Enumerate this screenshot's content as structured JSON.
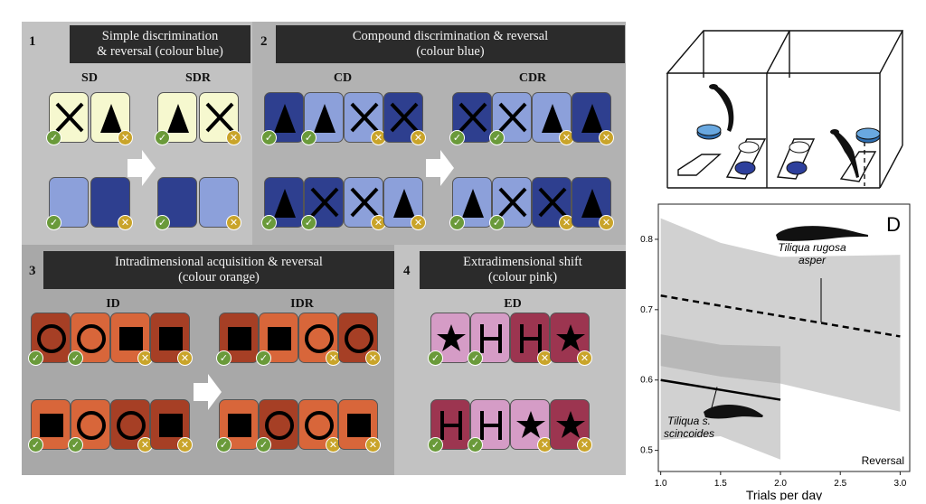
{
  "colors": {
    "yellow_card": "#f6f8cf",
    "blue_light": "#8ca0da",
    "blue_dark": "#2e3f8f",
    "orange_light": "#d8663a",
    "orange_dark": "#a63f25",
    "pink_light": "#d59cc6",
    "pink_dark": "#9c3550",
    "panel_grey": "#bdbdbd",
    "panel_grey_dark": "#a9a9a9",
    "header_bg": "#2b2b2b",
    "correct_badge": "#6a9a3a",
    "wrong_badge": "#c9a42a"
  },
  "panel1": {
    "number": "1",
    "header": "Simple discrimination\n& reversal (colour blue)",
    "stage_a": "SD",
    "stage_b": "SDR"
  },
  "panel2": {
    "number": "2",
    "header": "Compound discrimination & reversal\n(colour blue)",
    "stage_a": "CD",
    "stage_b": "CDR"
  },
  "panel3": {
    "number": "3",
    "header": "Intradimensional acquisition & reversal\n(colour orange)",
    "stage_a": "ID",
    "stage_b": "IDR"
  },
  "panel4": {
    "number": "4",
    "header": "Extradimensional shift\n(colour pink)",
    "stage_a": "ED"
  },
  "icons": [
    "check-icon",
    "cross-icon",
    "triangle-icon",
    "x-shape-icon",
    "circle-icon",
    "square-icon",
    "star-icon",
    "h-letter-icon",
    "arrow-right-icon",
    "lizard-silhouette-icon",
    "water-bowl-icon"
  ],
  "chart_data": {
    "type": "line",
    "panel_label": "D",
    "xlabel": "Trials per day",
    "ylabel": "",
    "xlim": [
      0.98,
      3.08
    ],
    "ylim": [
      0.47,
      0.85
    ],
    "x_ticks": [
      "1.0",
      "1.5",
      "2.0",
      "2.5",
      "3.0"
    ],
    "y_ticks": [
      "0.5",
      "0.6",
      "0.7",
      "0.8"
    ],
    "corner_label": "Reversal",
    "grid": false,
    "series": [
      {
        "name": "Tiliqua rugosa asper",
        "style": "dashed",
        "x": [
          1.0,
          3.0
        ],
        "y": [
          0.72,
          0.662
        ],
        "band_upper": [
          0.83,
          0.795,
          0.775,
          0.778
        ],
        "band_lower": [
          0.62,
          0.605,
          0.595,
          0.555
        ],
        "band_x": [
          1.0,
          1.5,
          2.0,
          3.0
        ]
      },
      {
        "name": "Tiliqua s. scincoides",
        "style": "solid",
        "x": [
          1.0,
          2.0
        ],
        "y": [
          0.6,
          0.572
        ],
        "band_upper": [
          0.665,
          0.65,
          0.648
        ],
        "band_lower": [
          0.515,
          0.52,
          0.487
        ],
        "band_x": [
          1.0,
          1.5,
          2.0
        ]
      }
    ],
    "labels": {
      "top_species": "Tiliqua rugosa\nasper",
      "bottom_species": "Tiliqua s.\nscincoides"
    }
  }
}
